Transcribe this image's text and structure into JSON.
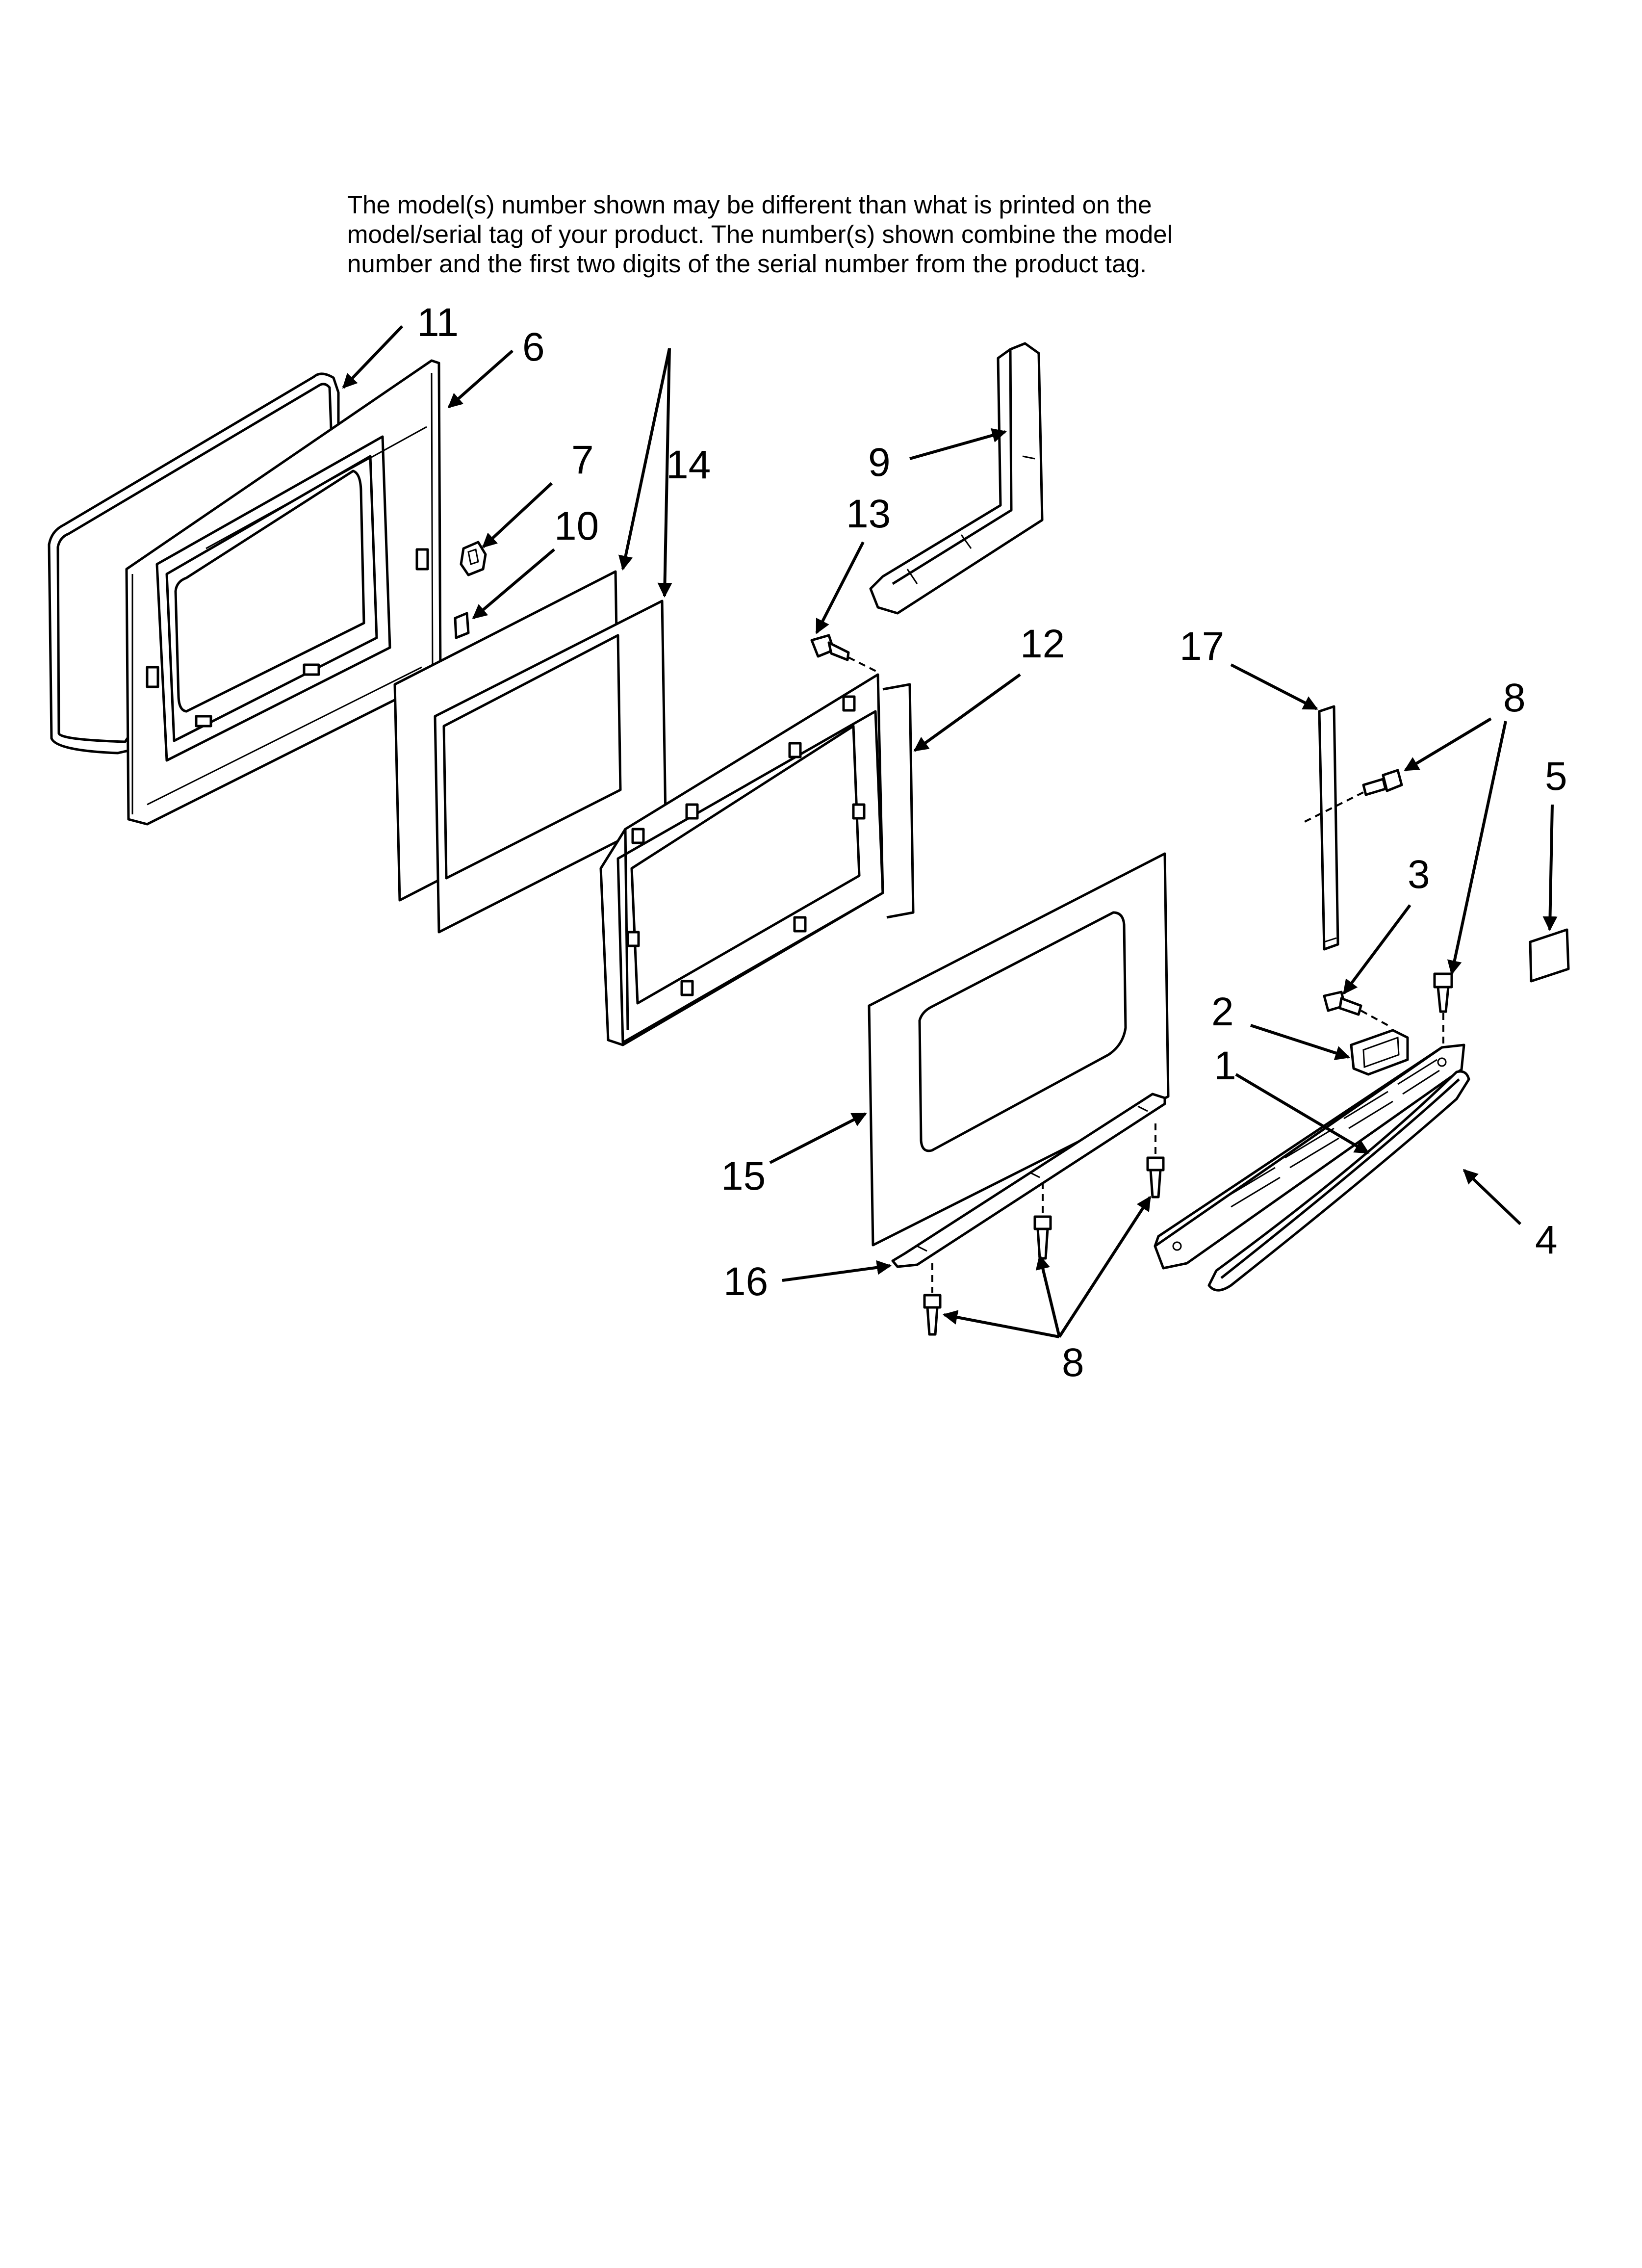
{
  "note": {
    "line1": "The model(s) number shown may be different than what is printed on the",
    "line2": "model/serial tag of your product. The number(s) shown combine the model",
    "line3": "number and the first two digits of the serial number from the product tag."
  },
  "labels": {
    "p11": "11",
    "p6": "6",
    "p7": "7",
    "p14": "14",
    "p10": "10",
    "p9": "9",
    "p13": "13",
    "p12": "12",
    "p17": "17",
    "p8a": "8",
    "p5": "5",
    "p3": "3",
    "p2": "2",
    "p1": "1",
    "p15": "15",
    "p4": "4",
    "p16": "16",
    "p8b": "8"
  }
}
